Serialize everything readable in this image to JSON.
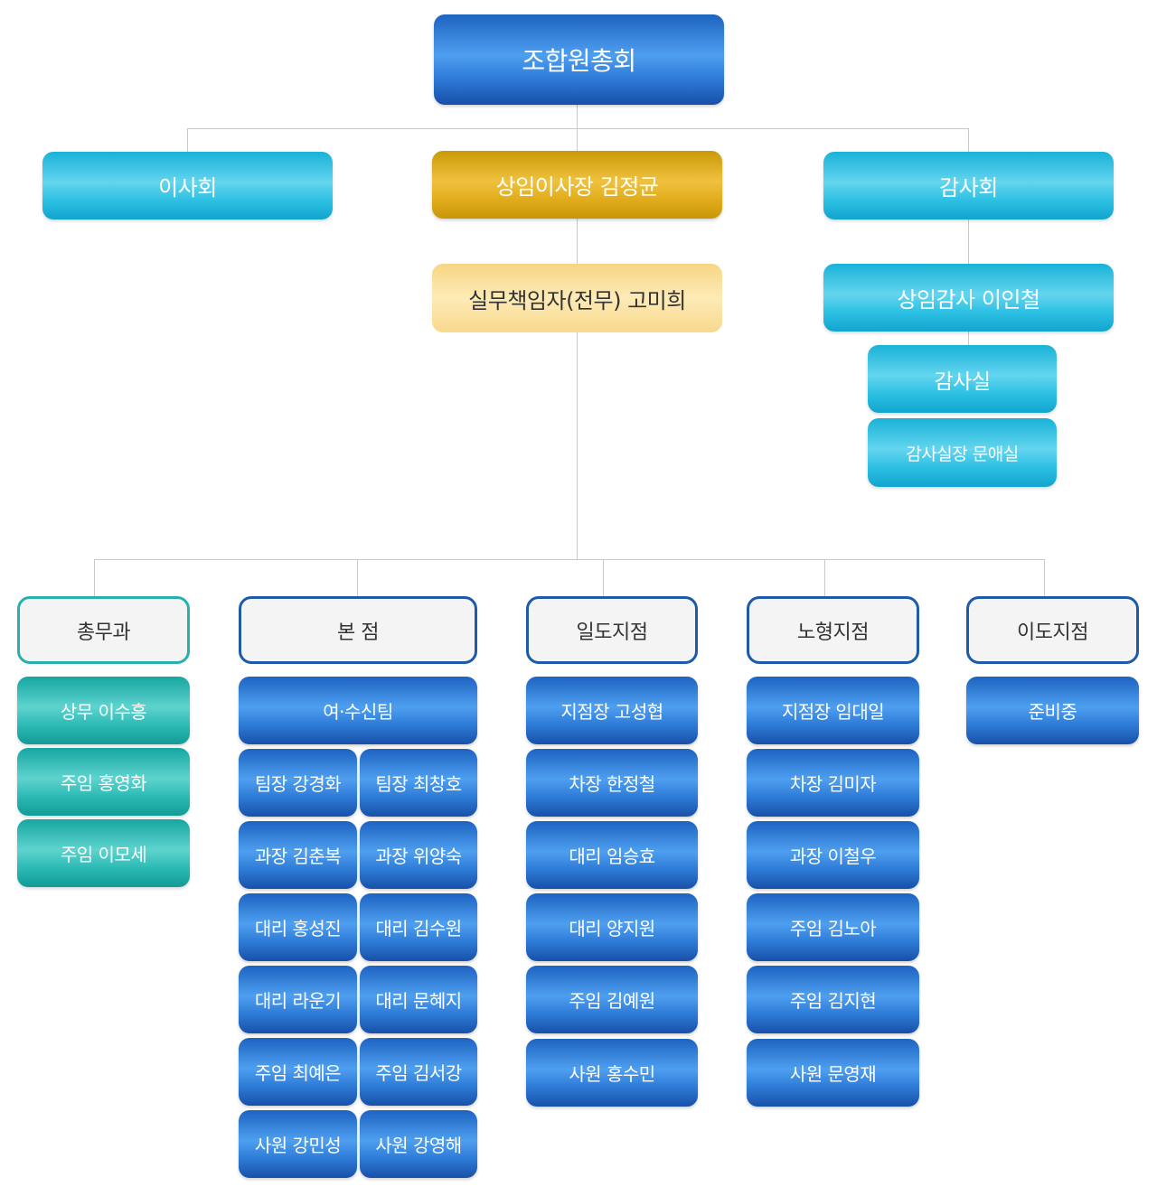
{
  "top": {
    "assembly": "조합원총회",
    "board": "이사회",
    "chairman": "상임이사장 김정균",
    "audit_committee": "감사회",
    "executive": "실무책임자(전무) 고미희",
    "standing_auditor": "상임감사  이인철",
    "audit_office": "감사실",
    "audit_office_head": "감사실장   문애실"
  },
  "departments": {
    "general_affairs": {
      "title": "총무과",
      "members": [
        "상무  이수흥",
        "주임  홍영화",
        "주임  이모세"
      ]
    },
    "head_office": {
      "title": "본    점",
      "team": "여·수신팀",
      "members_left": [
        "팀장  강경화",
        "과장  김춘복",
        "대리  홍성진",
        "대리  라운기",
        "주임  최예은",
        "사원  강민성"
      ],
      "members_right": [
        "팀장  최창호",
        "과장  위양숙",
        "대리  김수원",
        "대리  문혜지",
        "주임  김서강",
        "사원  강영해"
      ]
    },
    "ildo": {
      "title": "일도지점",
      "members": [
        "지점장  고성협",
        "차장  한정철",
        "대리  임승효",
        "대리  양지원",
        "주임  김예원",
        "사원  홍수민"
      ]
    },
    "nohyeong": {
      "title": "노형지점",
      "members": [
        "지점장  임대일",
        "차장  김미자",
        "과장  이철우",
        "주임  김노아",
        "주임  김지현",
        "사원  문영재"
      ]
    },
    "ido": {
      "title": "이도지점",
      "members": [
        "준비중"
      ]
    }
  },
  "colors": {
    "dark_blue": "#2d7ad6",
    "cyan": "#2cc0e3",
    "teal": "#2bbab5",
    "gold": "#e2ad1b",
    "pale_gold": "#fdeab6",
    "outline_blue": "#1d5aab",
    "outline_teal": "#29b0ae",
    "connector": "#c9c9c9"
  }
}
